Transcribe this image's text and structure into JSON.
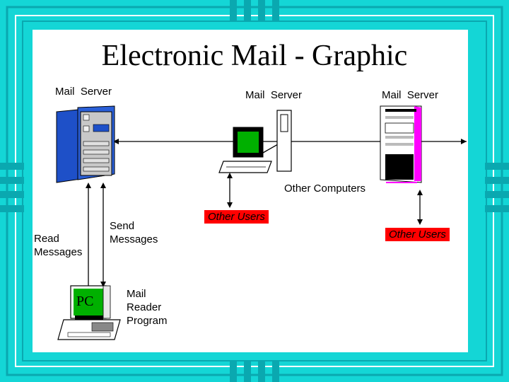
{
  "slide": {
    "title": "Electronic Mail - Graphic"
  },
  "labels": {
    "mail_server_left": "Mail  Server",
    "mail_server_center": "Mail  Server",
    "mail_server_right": "Mail  Server",
    "other_computers": "Other Computers",
    "read_messages": "Read\nMessages",
    "send_messages": "Send\nMessages",
    "mail_reader_program": "Mail\nReader\nProgram",
    "pc_screen": "PC",
    "other_users_left": "Other Users",
    "other_users_right": "Other Users"
  },
  "colors": {
    "frame": "#14d6d6",
    "frame_dark": "#0aa8b0",
    "server_blue": "#1e50c8",
    "server_pink": "#ff00ff",
    "screen_green": "#00b000",
    "user_box": "#ff0000"
  }
}
